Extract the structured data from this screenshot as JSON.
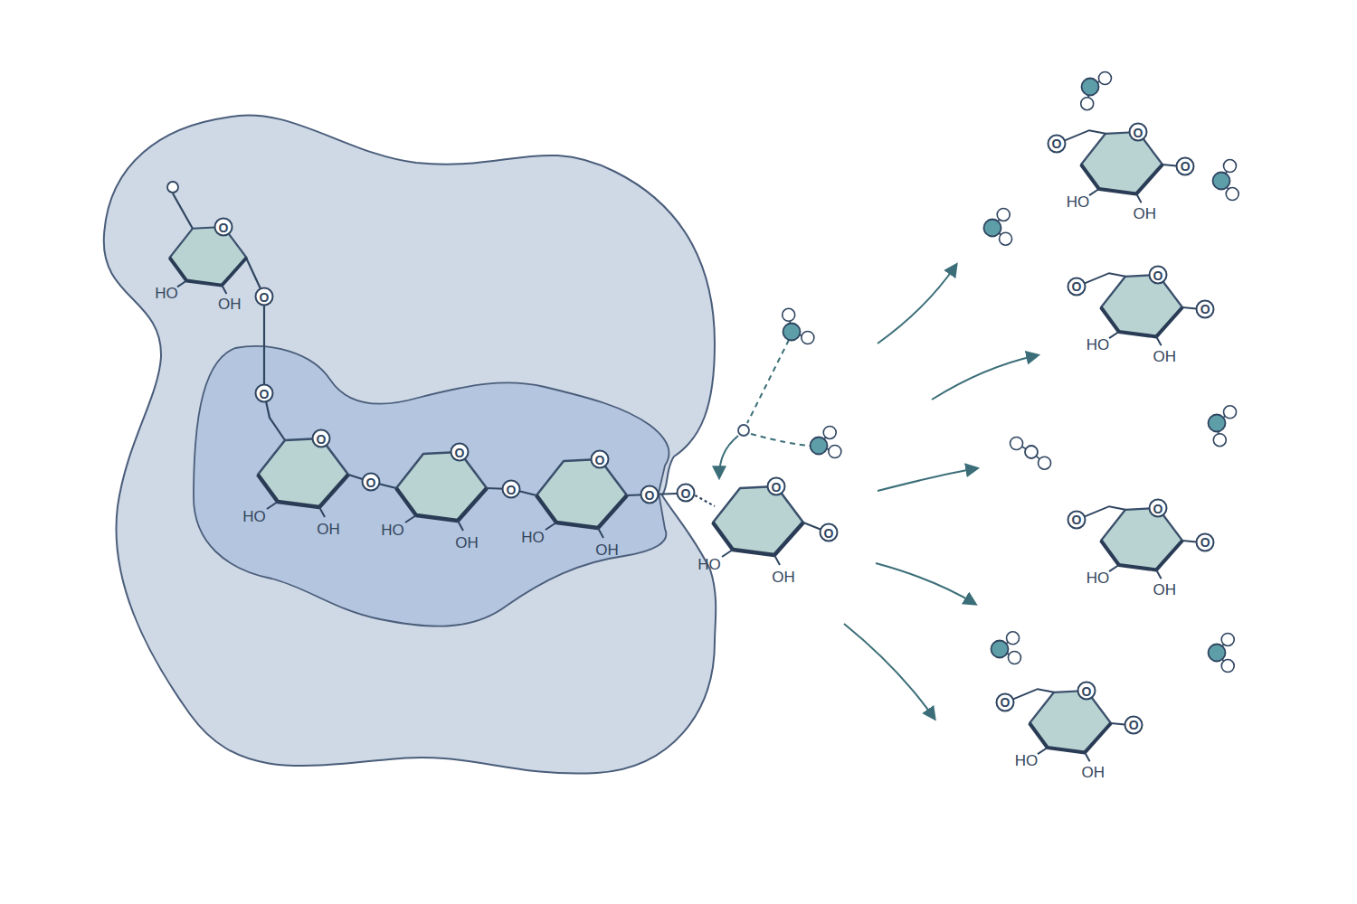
{
  "diagram": {
    "labels": [
      "O",
      "HO",
      "OH",
      "O",
      "O",
      "O",
      "HO",
      "OH",
      "O",
      "O",
      "HO",
      "OH",
      "O",
      "O",
      "HO",
      "OH",
      "O",
      "O",
      "O",
      "HO",
      "OH",
      "O",
      "O",
      "O",
      "O",
      "HO",
      "OH",
      "O",
      "O",
      "O",
      "HO",
      "OH",
      "O",
      "O",
      "O",
      "HO",
      "OH",
      "O",
      "O",
      "O",
      "HO",
      "OH"
    ]
  }
}
